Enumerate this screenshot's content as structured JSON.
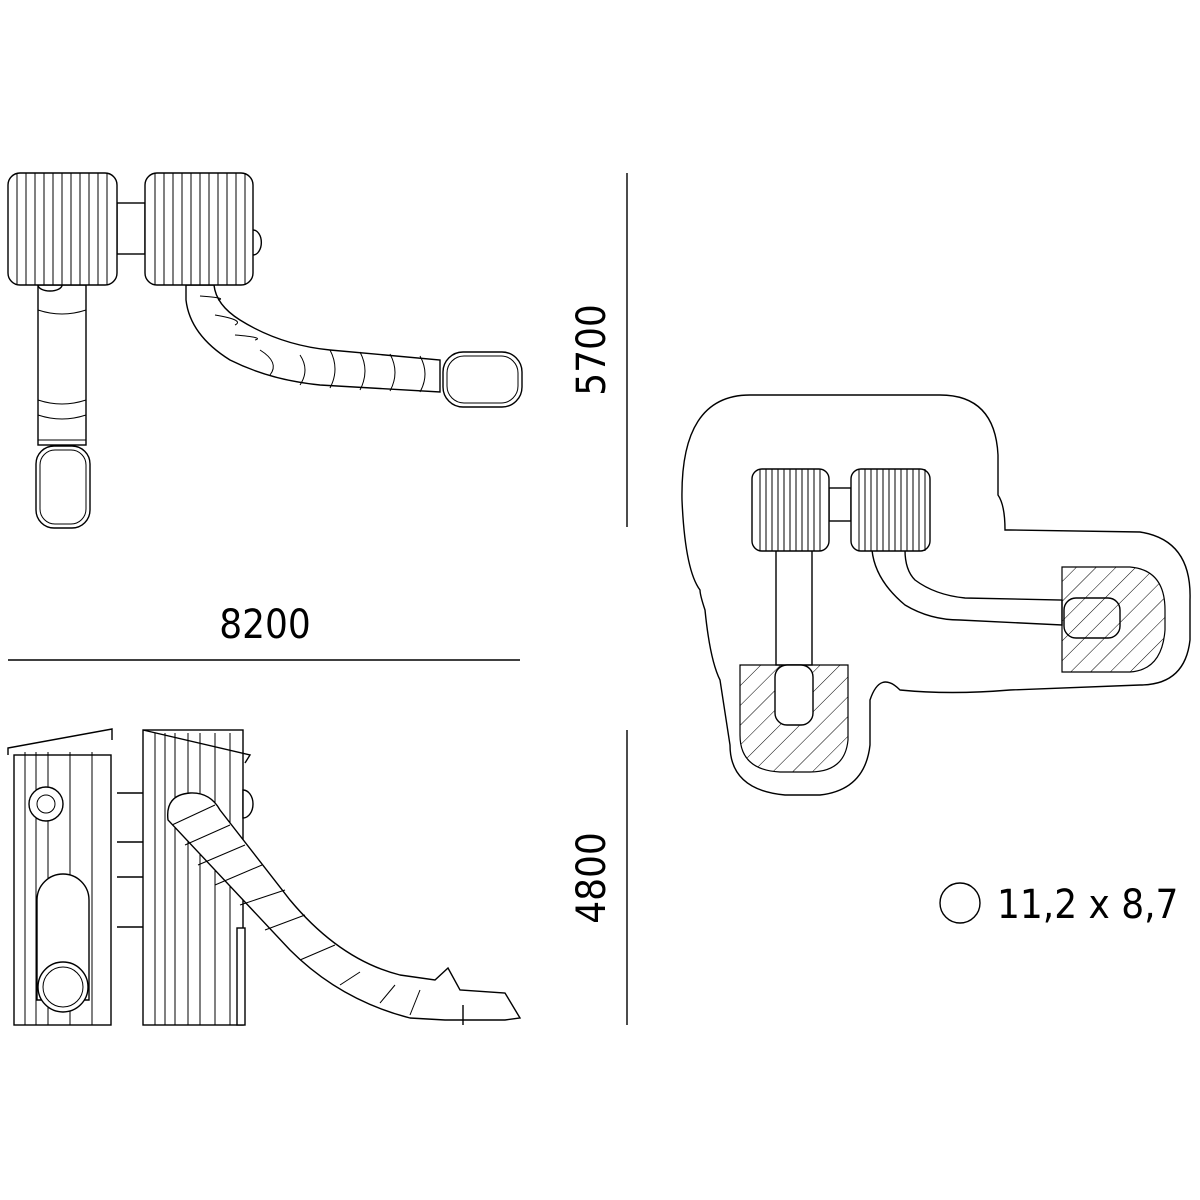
{
  "dimensions": {
    "width": "8200",
    "depth": "5700",
    "height": "4800"
  },
  "safety_area": {
    "label": "11,2 x 8,7"
  },
  "colors": {
    "line": "#000000",
    "background": "#ffffff"
  }
}
